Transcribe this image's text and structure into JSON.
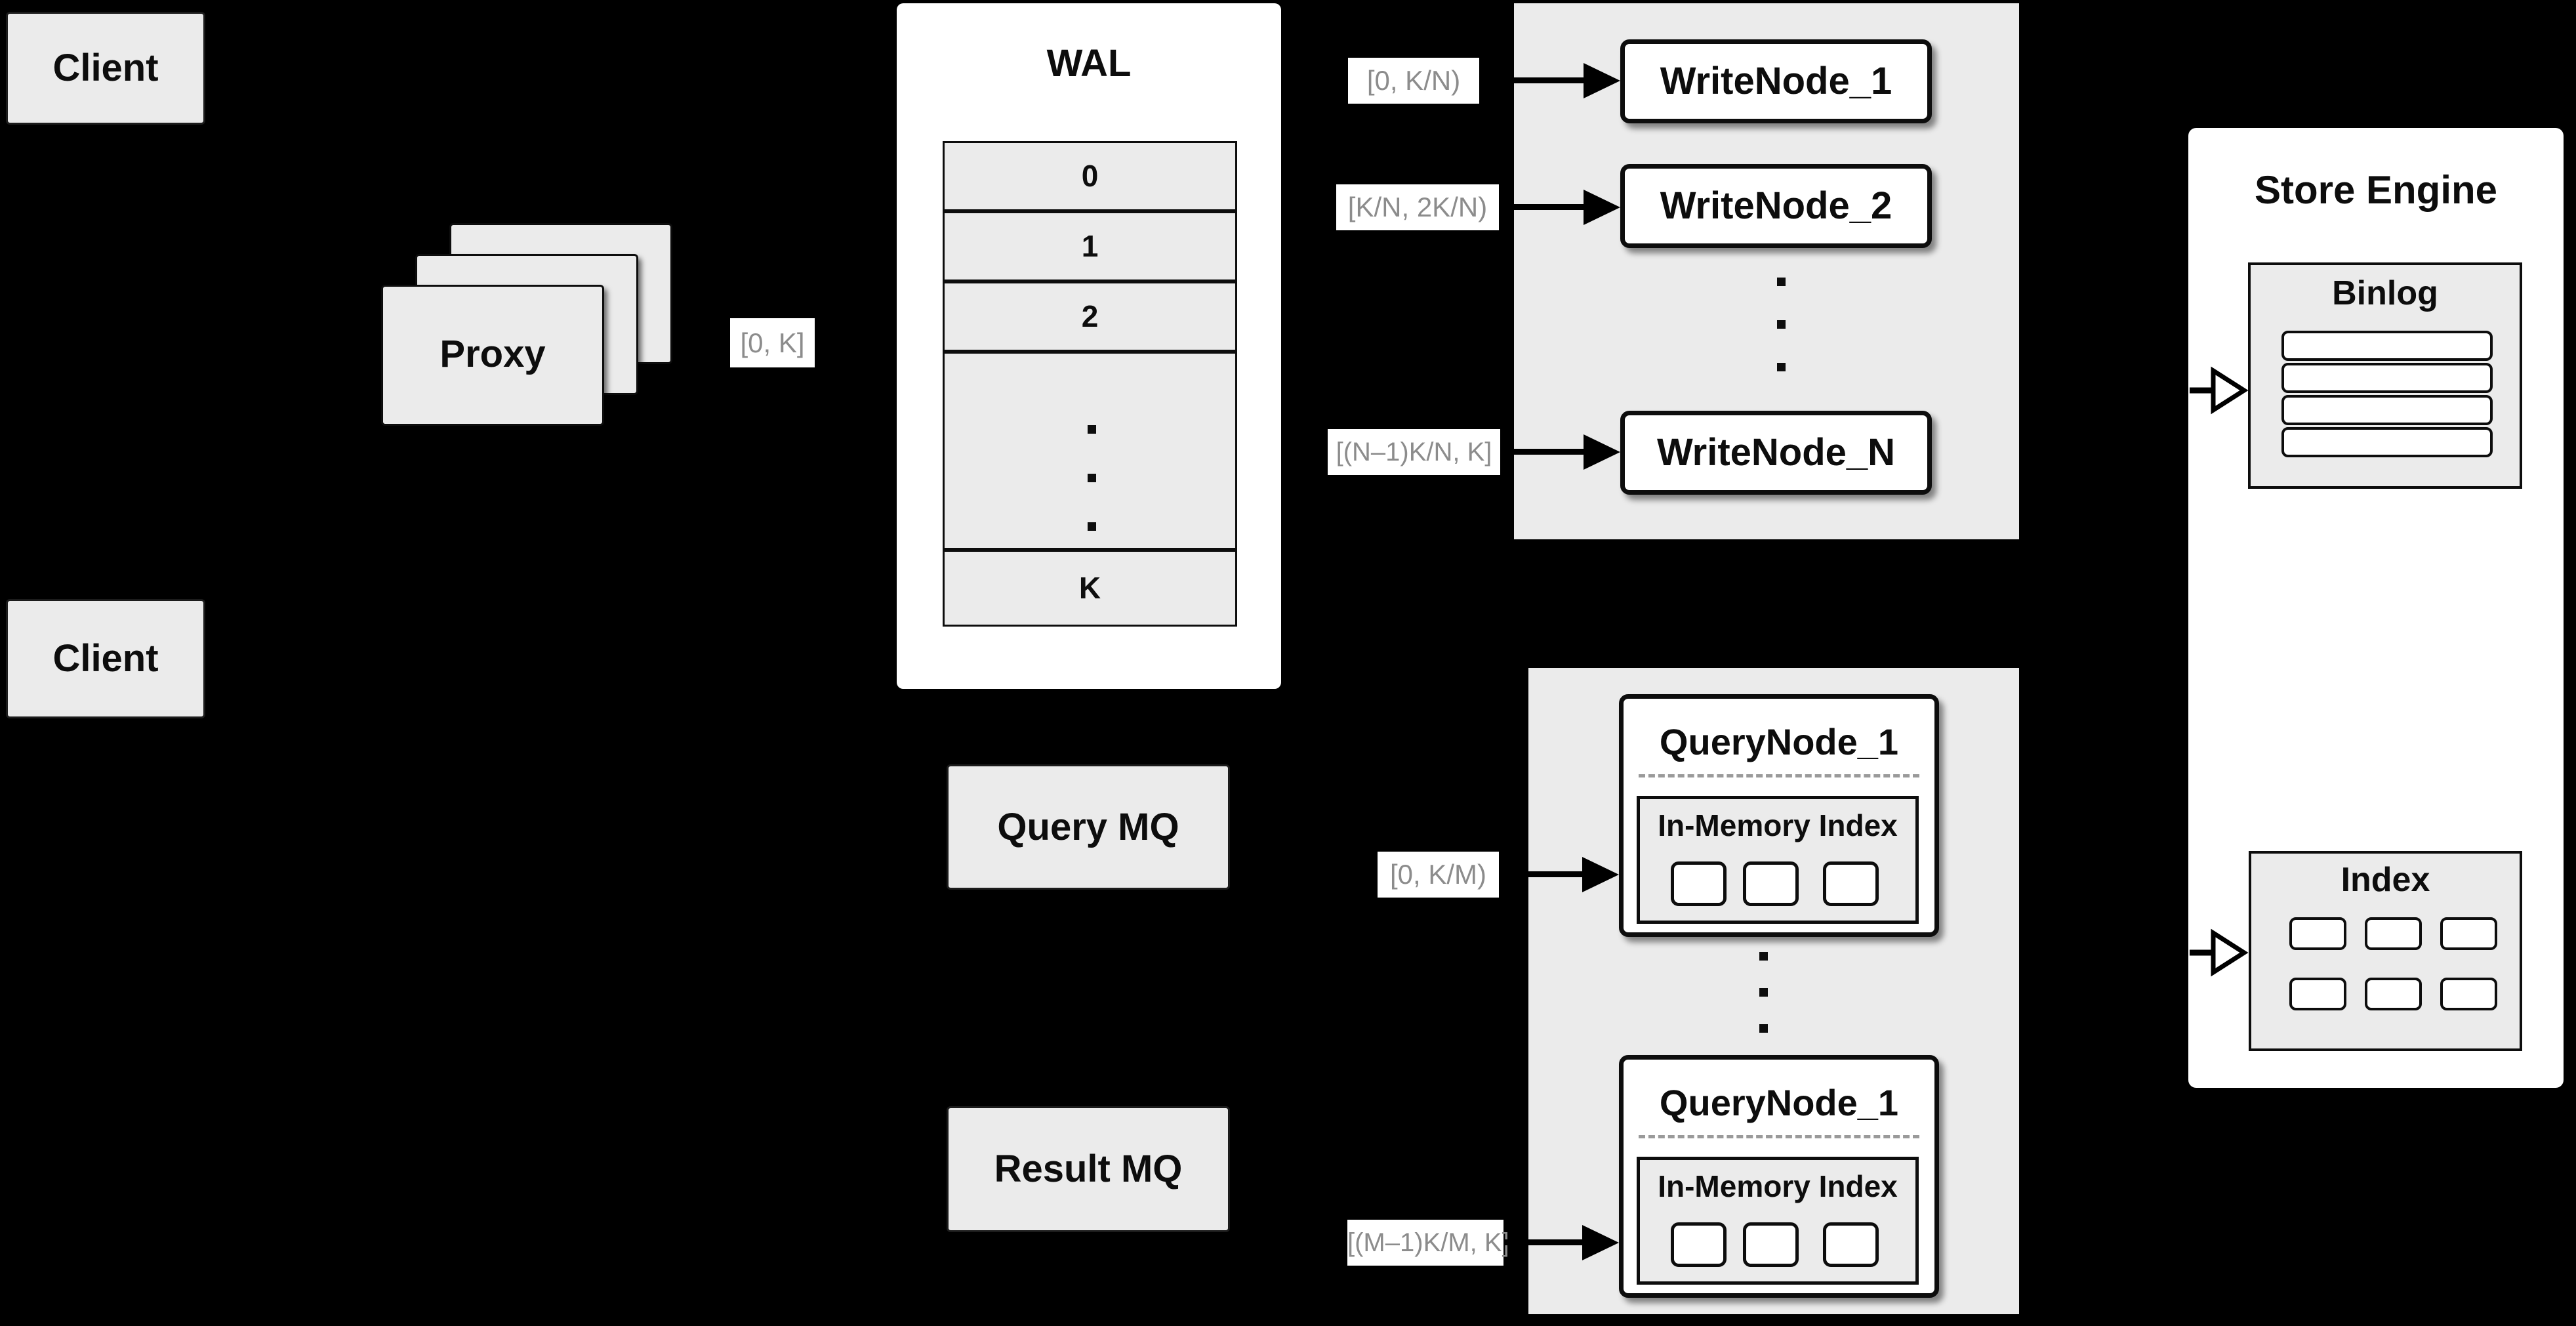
{
  "colors": {
    "background": "#000000",
    "panel_gray": "#ebebeb",
    "panel_white": "#ffffff",
    "line": "#0d0d0d",
    "chip_text": "#8c8c8c",
    "dash": "#9a9a9a"
  },
  "clients": {
    "top_label": "Client",
    "bottom_label": "Client"
  },
  "proxy": {
    "label": "Proxy",
    "range_chip": "[0, K]"
  },
  "wal": {
    "title": "WAL",
    "rows": [
      "0",
      "1",
      "2",
      "K"
    ]
  },
  "write_cluster": {
    "nodes": [
      {
        "label": "WriteNode_1",
        "range": "[0, K/N)"
      },
      {
        "label": "WriteNode_2",
        "range": "[K/N, 2K/N)"
      },
      {
        "label": "WriteNode_N",
        "range": "[(N–1)K/N, K]"
      }
    ]
  },
  "mq": {
    "query_label": "Query MQ",
    "result_label": "Result MQ"
  },
  "query_cluster": {
    "nodes": [
      {
        "label": "QueryNode_1",
        "inner_label": "In-Memory Index",
        "range": "[0, K/M)"
      },
      {
        "label": "QueryNode_1",
        "inner_label": "In-Memory Index",
        "range": "[(M–1)K/M, K]"
      }
    ]
  },
  "store": {
    "title": "Store Engine",
    "binlog_label": "Binlog",
    "index_label": "Index"
  }
}
